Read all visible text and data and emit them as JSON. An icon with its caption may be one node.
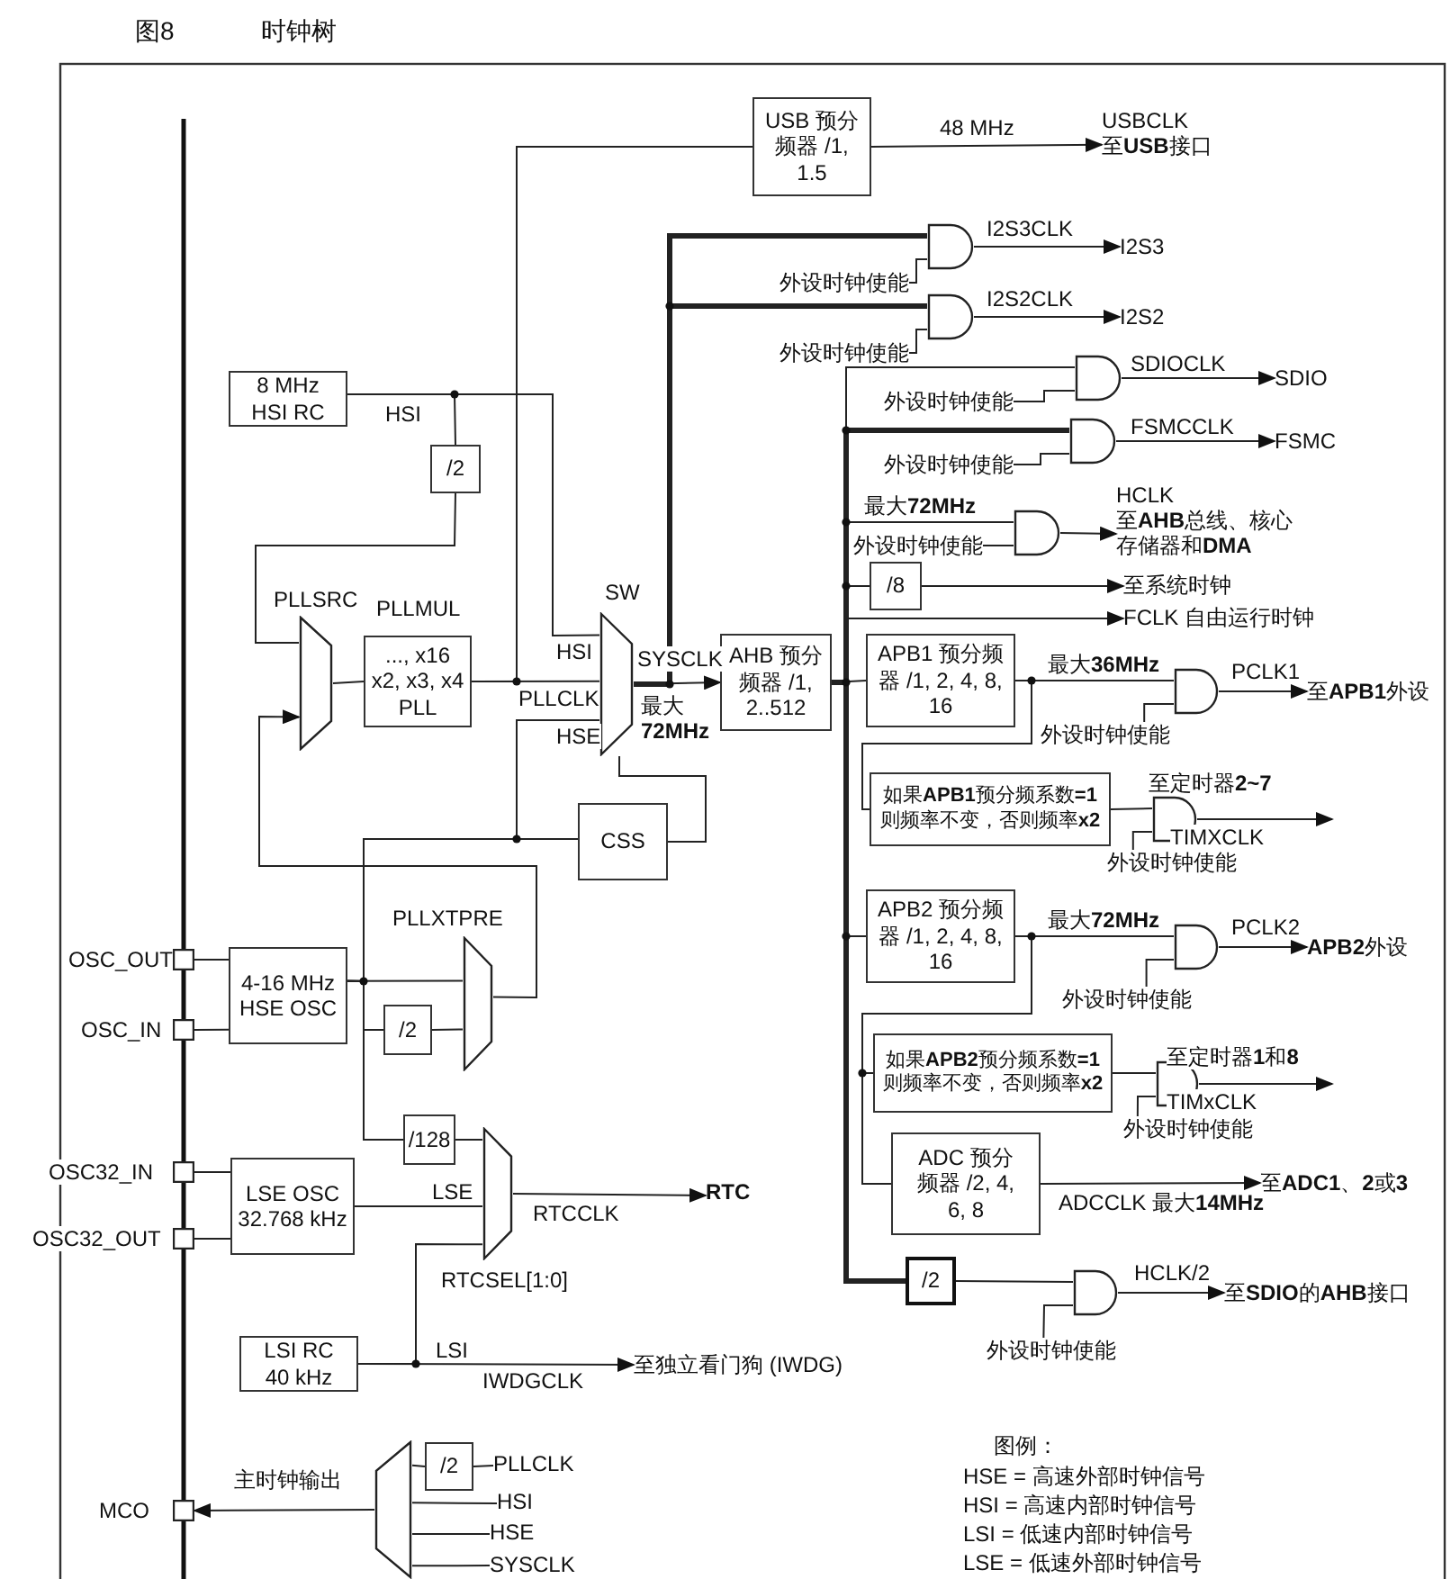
{
  "diagram": {
    "title": "时钟树",
    "nodes": [
      {
        "text": [
          "USB 预分频器 /1, 1.5"
        ]
      },
      {
        "text": [
          "8 MHz HSI RC"
        ]
      },
      {
        "text": [
          "/2"
        ]
      },
      {
        "text": [],
        "shape": "trapezoid"
      },
      {
        "text": [
          "..., x16 x2, x3, x4 PLL"
        ]
      },
      {
        "text": [],
        "shape": "trapezoid"
      },
      {
        "text": [
          "AHB 预分频器 /1, 2..512"
        ]
      },
      {
        "text": [
          "CSS"
        ]
      },
      {
        "text": [
          "4-16 MHz HSE OSC"
        ]
      },
      {
        "text": [
          "/2"
        ]
      },
      {
        "text": [],
        "shape": "trapezoid"
      },
      {
        "text": [
          "/128"
        ]
      },
      {
        "text": [
          "LSE OSC 32.768 kHz"
        ]
      },
      {
        "text": [],
        "shape": "trapezoid"
      },
      {
        "text": [
          "RTC"
        ]
      },
      {
        "text": [
          "LSI RC 40 kHz"
        ]
      },
      {
        "text": [],
        "shape": "box"
      },
      {
        "text": [],
        "shape": "box"
      },
      {
        "text": [],
        "shape": "box"
      },
      {
        "text": [],
        "shape": "box"
      },
      {
        "text": [],
        "shape": "box"
      },
      {
        "text": [],
        "shape": "trapezoid"
      },
      {
        "text": [
          "/2"
        ]
      },
      {
        "text": [
          "PLLCLK"
        ]
      },
      {
        "text": [
          "HSI"
        ]
      },
      {
        "text": [
          "HSE"
        ]
      },
      {
        "text": [
          "SYSCLK"
        ]
      },
      {
        "text": [
          "USBCLK",
          "至**USB**接口"
        ]
      },
      {
        "text": [],
        "shape": "gate"
      },
      {
        "text": [
          "I2S3"
        ]
      },
      {
        "text": [],
        "shape": "gate"
      },
      {
        "text": [
          "I2S2"
        ]
      },
      {
        "text": [],
        "shape": "gate"
      },
      {
        "text": [
          "SDIO"
        ]
      },
      {
        "text": [],
        "shape": "gate"
      },
      {
        "text": [
          "FSMC"
        ]
      },
      {
        "text": [],
        "shape": "gate"
      },
      {
        "text": [
          "HCLK",
          "至**AHB**总线、核心存储器和**DMA**"
        ]
      },
      {
        "text": [
          "/8"
        ]
      },
      {
        "text": [
          "至系统时钟"
        ]
      },
      {
        "text": [
          "FCLK 自由运行时钟"
        ]
      },
      {
        "text": [
          "APB1 预分频器 /1, 2, 4, 8, 16"
        ]
      },
      {
        "text": [],
        "shape": "gate"
      },
      {
        "text": [
          "如果**APB1**预分频系数**=1** 则频率不变，否则频率**x2**"
        ]
      },
      {
        "text": [],
        "shape": "gate"
      },
      {
        "text": [
          "APB2 预分频器 /1, 2, 4, 8, 16"
        ]
      },
      {
        "text": [],
        "shape": "gate"
      },
      {
        "text": [
          "如果**APB2**预分频系数**=1** 则频率不变，否则频率**x2**"
        ]
      },
      {
        "text": [],
        "shape": "gate"
      },
      {
        "text": [
          "ADC 预分频器 /2, 4, 6, 8"
        ]
      },
      {
        "text": [
          "/2"
        ]
      },
      {
        "text": [],
        "shape": "gate"
      },
      {
        "text": [
          "外设时钟使能"
        ]
      },
      {
        "text": [
          "外设时钟使能"
        ]
      },
      {
        "text": [
          "外设时钟使能"
        ]
      },
      {
        "text": [
          "外设时钟使能"
        ]
      },
      {
        "text": [
          "外设时钟使能"
        ]
      },
      {
        "text": [
          "外设时钟使能"
        ]
      },
      {
        "text": [
          "外设时钟使能"
        ]
      },
      {
        "text": [
          "外设时钟使能"
        ]
      },
      {
        "text": [
          "外设时钟使能"
        ]
      },
      {
        "text": [
          "外设时钟使能"
        ]
      },
      {
        "text": [
          "至独立看门狗 (IWDG)"
        ]
      },
      {
        "text": [
          "至**APB1**外设"
        ]
      },
      {
        "text": [
          "**APB2**外设"
        ]
      },
      {
        "text": [
          "至**ADC1**、**2**或**3**"
        ]
      },
      {
        "text": [
          "至**SDIO**的**AHB**接口"
        ]
      }
    ],
    "edges": [
      {
        "from": 1,
        "to": 2,
        "arrow": "none"
      },
      {
        "from": 2,
        "to": 3,
        "arrow": "none"
      },
      {
        "from": 1,
        "to": 5,
        "arrow": "none"
      },
      {
        "from": 3,
        "to": 4,
        "arrow": "none"
      },
      {
        "from": 4,
        "to": 5,
        "arrow": "none"
      },
      {
        "from": 4,
        "to": 0,
        "arrow": "none"
      },
      {
        "from": 5,
        "to": 6,
        "arrow": "to"
      },
      {
        "from": 10,
        "to": 3,
        "arrow": "to"
      },
      {
        "from": 8,
        "to": 10,
        "arrow": "none"
      },
      {
        "from": 8,
        "to": 9,
        "arrow": "none"
      },
      {
        "from": 9,
        "to": 10,
        "arrow": "none"
      },
      {
        "from": 8,
        "to": 5,
        "arrow": "none"
      },
      {
        "from": 8,
        "to": 7,
        "arrow": "none"
      },
      {
        "from": 7,
        "to": 5,
        "arrow": "none"
      },
      {
        "from": 8,
        "to": 11,
        "arrow": "none"
      },
      {
        "from": 11,
        "to": 13,
        "arrow": "none"
      },
      {
        "from": 12,
        "to": 13,
        "arrow": "none"
      },
      {
        "from": 15,
        "to": 13,
        "arrow": "none"
      },
      {
        "from": 13,
        "to": 14,
        "arrow": "to",
        "label": "RTCCLK"
      },
      {
        "from": 15,
        "to": 62,
        "arrow": "to",
        "label": "IWDGCLK"
      },
      {
        "from": 16,
        "to": 8,
        "arrow": "none"
      },
      {
        "from": 17,
        "to": 8,
        "arrow": "none"
      },
      {
        "from": 18,
        "to": 12,
        "arrow": "none"
      },
      {
        "from": 19,
        "to": 12,
        "arrow": "none"
      },
      {
        "from": 23,
        "to": 22,
        "arrow": "none"
      },
      {
        "from": 22,
        "to": 21,
        "arrow": "none"
      },
      {
        "from": 24,
        "to": 21,
        "arrow": "none"
      },
      {
        "from": 25,
        "to": 21,
        "arrow": "none"
      },
      {
        "from": 26,
        "to": 21,
        "arrow": "none"
      },
      {
        "from": 21,
        "to": 20,
        "arrow": "to",
        "label": "主时钟输出"
      },
      {
        "from": 0,
        "to": 27,
        "arrow": "to",
        "label": "48 MHz"
      },
      {
        "from": 5,
        "to": 28,
        "arrow": "none",
        "style": "thick"
      },
      {
        "from": 5,
        "to": 30,
        "arrow": "none",
        "style": "thick"
      },
      {
        "from": 28,
        "to": 29,
        "arrow": "to",
        "label": "I2S3CLK"
      },
      {
        "from": 30,
        "to": 31,
        "arrow": "to",
        "label": "I2S2CLK"
      },
      {
        "from": 6,
        "to": 32,
        "arrow": "none"
      },
      {
        "from": 32,
        "to": 33,
        "arrow": "to",
        "label": "SDIOCLK"
      },
      {
        "from": 6,
        "to": 34,
        "arrow": "none",
        "style": "thick"
      },
      {
        "from": 34,
        "to": 35,
        "arrow": "to",
        "label": "FSMCCLK"
      },
      {
        "from": 6,
        "to": 36,
        "arrow": "none"
      },
      {
        "from": 36,
        "to": 37,
        "arrow": "to"
      },
      {
        "from": 6,
        "to": 38,
        "arrow": "none"
      },
      {
        "from": 38,
        "to": 39,
        "arrow": "to"
      },
      {
        "from": 6,
        "to": 40,
        "arrow": "to"
      },
      {
        "from": 6,
        "to": 41,
        "arrow": "none"
      },
      {
        "from": 41,
        "to": 42,
        "arrow": "none"
      },
      {
        "from": 42,
        "to": 63,
        "arrow": "to",
        "label": "PCLK1"
      },
      {
        "from": 41,
        "to": 43,
        "arrow": "none"
      },
      {
        "from": 43,
        "to": 44,
        "arrow": "none"
      },
      {
        "from": 44,
        "to": null,
        "arrow": "to",
        "label": "TIMXCLK"
      },
      {
        "from": 6,
        "to": 45,
        "arrow": "none"
      },
      {
        "from": 45,
        "to": 46,
        "arrow": "none"
      },
      {
        "from": 46,
        "to": 64,
        "arrow": "to",
        "label": "PCLK2"
      },
      {
        "from": 45,
        "to": 47,
        "arrow": "none"
      },
      {
        "from": 47,
        "to": 48,
        "arrow": "none"
      },
      {
        "from": 48,
        "to": null,
        "arrow": "to",
        "label": "TIMxCLK"
      },
      {
        "from": 45,
        "to": 49,
        "arrow": "none"
      },
      {
        "from": 49,
        "to": 65,
        "arrow": "to",
        "label": "ADCCLK 最大**14MHz**"
      },
      {
        "from": 6,
        "to": 50,
        "arrow": "none",
        "style": "thick"
      },
      {
        "from": 50,
        "to": 51,
        "arrow": "none"
      },
      {
        "from": 51,
        "to": 66,
        "arrow": "to",
        "label": "HCLK/2"
      },
      {
        "from": 52,
        "to": 28,
        "arrow": "none"
      },
      {
        "from": 53,
        "to": 30,
        "arrow": "none"
      },
      {
        "from": 54,
        "to": 32,
        "arrow": "none"
      },
      {
        "from": 55,
        "to": 34,
        "arrow": "none"
      },
      {
        "from": 56,
        "to": 36,
        "arrow": "none"
      },
      {
        "from": 57,
        "to": 42,
        "arrow": "none"
      },
      {
        "from": 58,
        "to": 44,
        "arrow": "none"
      },
      {
        "from": 59,
        "to": 46,
        "arrow": "none"
      },
      {
        "from": 60,
        "to": 48,
        "arrow": "none"
      },
      {
        "from": 61,
        "to": 51,
        "arrow": "none"
      }
    ],
    "labels": [
      "图8",
      "HSI",
      "PLLSRC",
      "PLLMUL",
      "SW",
      "HSI",
      "PLLCLK",
      "SYSCLK",
      "最大 **72MHz**",
      "HSE",
      "PLLXTPRE",
      "LSE",
      "RTCSEL[1:0]",
      "LSI",
      "OSC_OUT",
      "OSC_IN",
      "OSC32_IN",
      "OSC32_OUT",
      "MCO",
      "最大**72MHz**",
      "最大**36MHz**",
      "至定时器**2~7**",
      "最大**72MHz**",
      "至定时器**1**和**8**",
      "图例：",
      "HSE = 高速外部时钟信号",
      "HSI = 高速内部时钟信号",
      "LSI = 低速内部时钟信号",
      "LSE = 低速外部时钟信号"
    ]
  }
}
